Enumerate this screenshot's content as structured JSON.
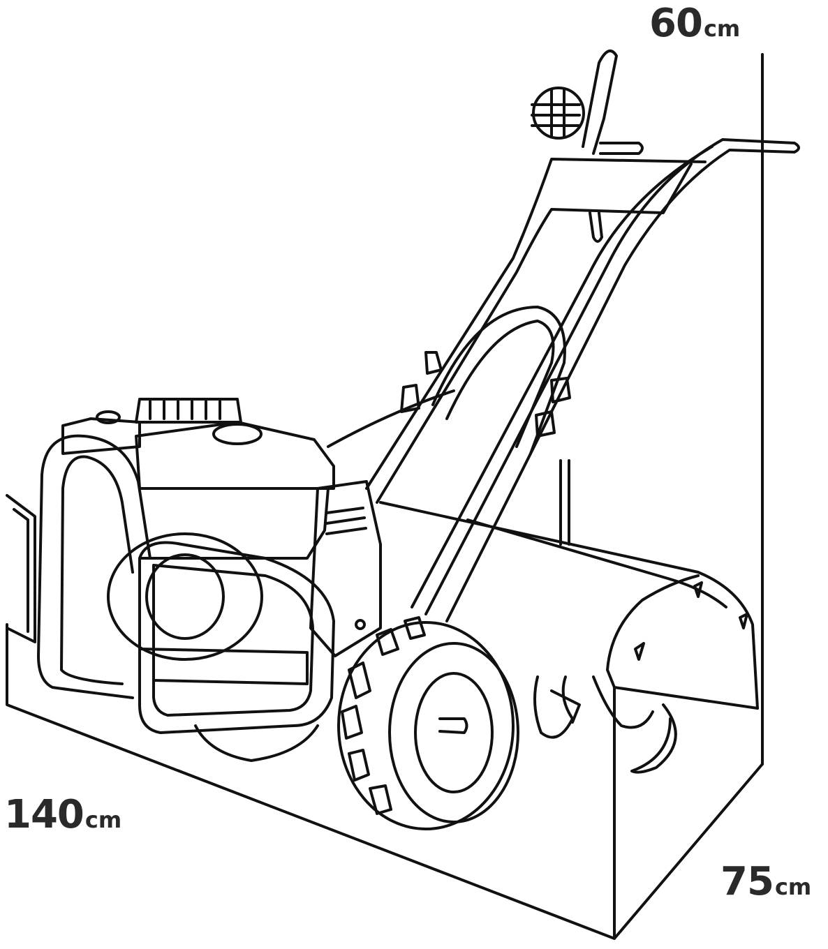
{
  "dimensions": {
    "width": {
      "value": "60",
      "unit": "cm"
    },
    "length": {
      "value": "140",
      "unit": "cm"
    },
    "height": {
      "value": "75",
      "unit": "cm"
    }
  },
  "colors": {
    "line": "#111111",
    "text": "#2a2a2a",
    "background": "#ffffff"
  }
}
